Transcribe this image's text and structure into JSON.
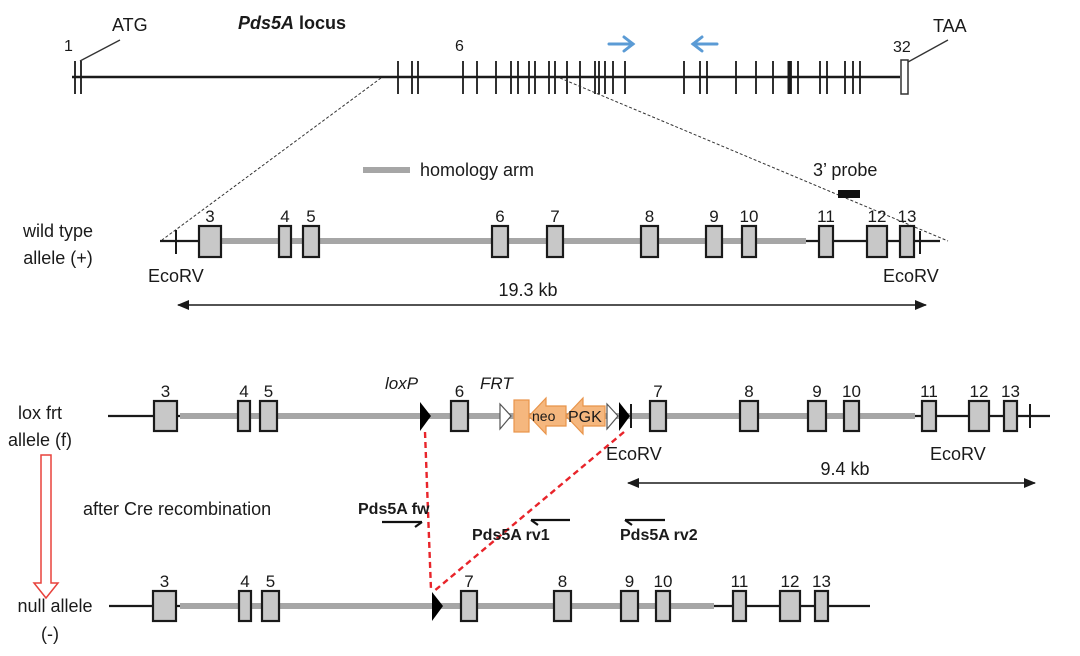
{
  "title": "Pds5A locus",
  "title_gene": "Pds5A",
  "title_rest": " locus",
  "locus": {
    "start_codon": "ATG",
    "stop_codon": "TAA",
    "exon_labels": [
      "1",
      "6",
      "32"
    ],
    "primer_arrow_color": "#5b9bd5"
  },
  "legend": {
    "homology_arm": "homology arm",
    "probe": "3’ probe"
  },
  "wild_type": {
    "label_line1": "wild type",
    "label_line2": "allele (+)",
    "exons": [
      "3",
      "4",
      "5",
      "6",
      "7",
      "8",
      "9",
      "10",
      "11",
      "12",
      "13"
    ],
    "site_left": "EcoRV",
    "site_right": "EcoRV",
    "fragment": "19.3 kb"
  },
  "lox_frt": {
    "label_line1": "lox frt",
    "label_line2": "allele (f)",
    "exons": [
      "3",
      "4",
      "5",
      "6",
      "7",
      "8",
      "9",
      "10",
      "11",
      "12",
      "13"
    ],
    "loxp": "loxP",
    "frt": "FRT",
    "neo": "neo",
    "pgk": "PGK",
    "site_left": "EcoRV",
    "site_right": "EcoRV",
    "fragment": "9.4 kb",
    "cassette_color": "#f5b77e"
  },
  "recombination": {
    "label": "after Cre recombination",
    "arrow_color": "#e8423c",
    "primers": [
      "Pds5A fw",
      "Pds5A rv1",
      "Pds5A rv2"
    ]
  },
  "null": {
    "label_line1": "null allele",
    "label_line2": "(-)",
    "exons": [
      "3",
      "4",
      "5",
      "7",
      "8",
      "9",
      "10",
      "11",
      "12",
      "13"
    ]
  }
}
